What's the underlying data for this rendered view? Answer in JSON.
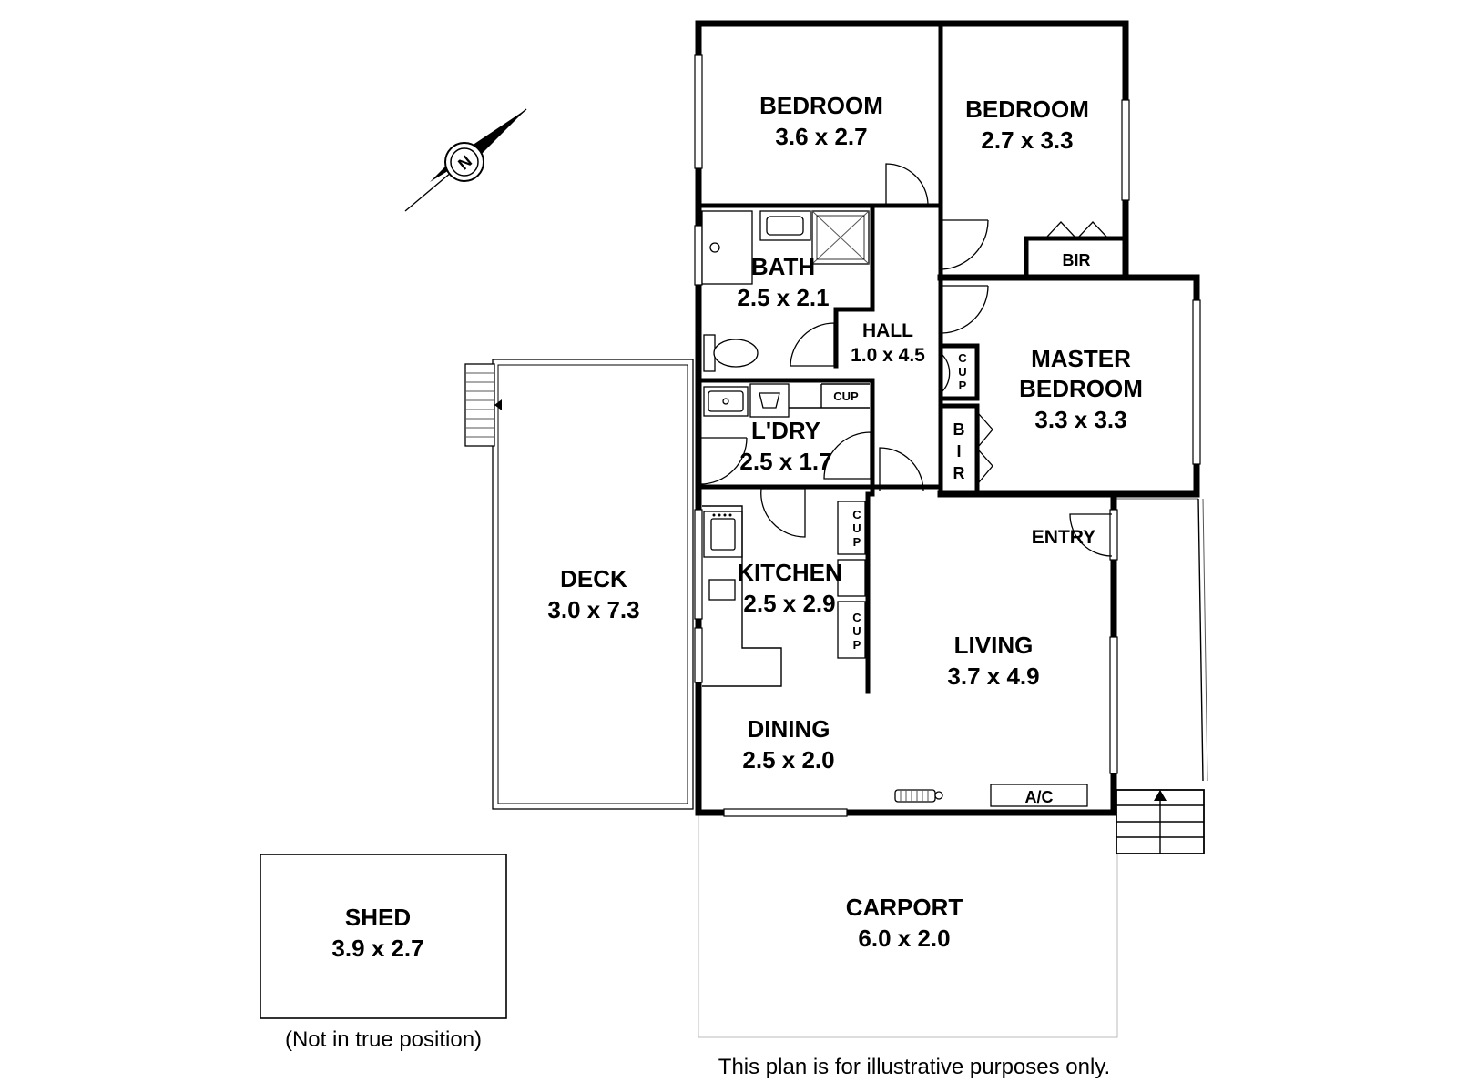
{
  "rooms": {
    "bedroom1": {
      "name": "BEDROOM",
      "size": "3.6 x 2.7"
    },
    "bedroom2": {
      "name": "BEDROOM",
      "size": "2.7 x 3.3"
    },
    "bath": {
      "name": "BATH",
      "size": "2.5 x 2.1"
    },
    "hall": {
      "name": "HALL",
      "size": "1.0 x 4.5"
    },
    "master": {
      "name_line1": "MASTER",
      "name_line2": "BEDROOM",
      "size": "3.3 x 3.3"
    },
    "laundry": {
      "name": "L'DRY",
      "size": "2.5 x 1.7"
    },
    "kitchen": {
      "name": "KITCHEN",
      "size": "2.5 x 2.9"
    },
    "dining": {
      "name": "DINING",
      "size": "2.5 x 2.0"
    },
    "living": {
      "name": "LIVING",
      "size": "3.7 x 4.9"
    },
    "deck": {
      "name": "DECK",
      "size": "3.0 x 7.3"
    },
    "carport": {
      "name": "CARPORT",
      "size": "6.0 x 2.0"
    },
    "shed": {
      "name": "SHED",
      "size": "3.9 x 2.7"
    }
  },
  "small_labels": {
    "bir_bedroom2": "BIR",
    "bir_master": [
      "B",
      "I",
      "R"
    ],
    "cup_hall": [
      "C",
      "U",
      "P"
    ],
    "cup_laundry": "CUP",
    "cup_kitchen_top": [
      "C",
      "U",
      "P"
    ],
    "cup_kitchen_bottom": [
      "C",
      "U",
      "P"
    ],
    "entry": "ENTRY",
    "ac": "A/C"
  },
  "compass": {
    "letter": "N"
  },
  "notes": {
    "shed_note": "(Not in true position)",
    "disclaimer": "This plan is for illustrative purposes only."
  }
}
